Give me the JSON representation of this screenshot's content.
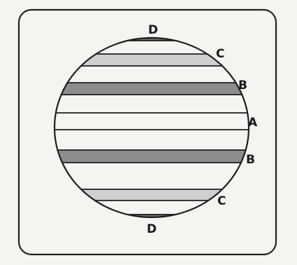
{
  "diagram": {
    "labels": {
      "top_d": "D",
      "upper_c": "C",
      "upper_b": "B",
      "middle_a": "A",
      "lower_b": "B",
      "lower_c": "C",
      "bottom_d": "D"
    },
    "colors": {
      "background": "#f4f4f1",
      "frame_stroke": "#222222",
      "line": "#1e1e1e",
      "band_b": "#8c8c8c",
      "band_c": "#cfcfcf",
      "cap_d": "#6e6e6e",
      "label": "#1a1a1a"
    }
  }
}
